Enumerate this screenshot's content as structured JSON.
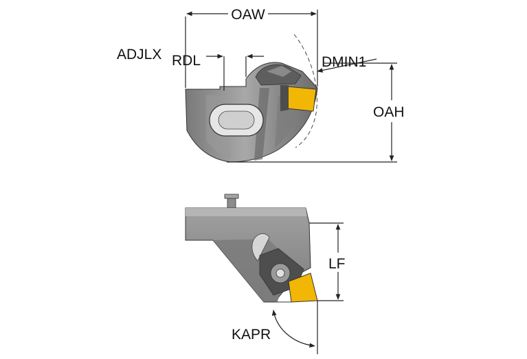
{
  "labels": {
    "oaw": "OAW",
    "adjlx": "ADJLX",
    "rdl": "RDL",
    "dmin1": "DMIN1",
    "oah": "OAH",
    "lf": "LF",
    "kapr": "KAPR"
  },
  "colors": {
    "body": "#8d8d8d",
    "body_dark": "#5a5a5a",
    "body_light": "#bdbdbd",
    "insert": "#f2b705",
    "line": "#222222"
  }
}
